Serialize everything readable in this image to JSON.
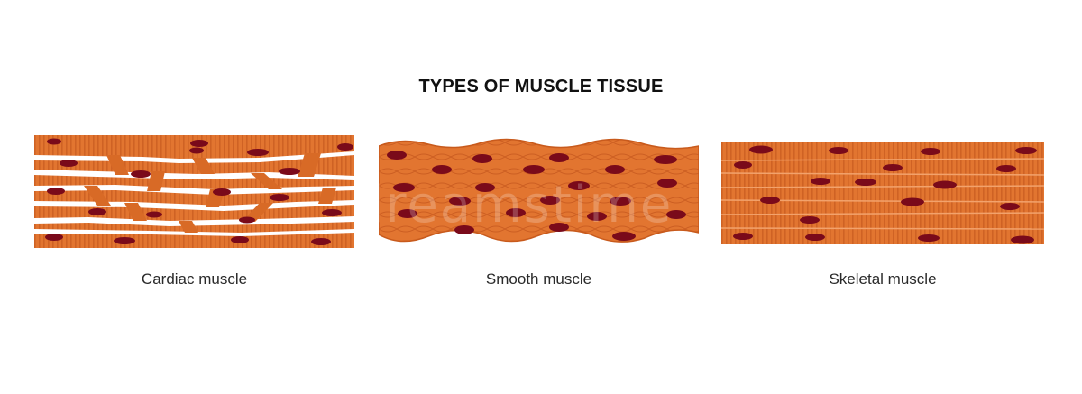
{
  "title": "TYPES OF MUSCLE TISSUE",
  "panels": [
    {
      "id": "cardiac",
      "caption": "Cardiac muscle",
      "icon": "cardiac-muscle-tissue"
    },
    {
      "id": "smooth",
      "caption": "Smooth muscle",
      "icon": "smooth-muscle-tissue"
    },
    {
      "id": "skeletal",
      "caption": "Skeletal muscle",
      "icon": "skeletal-muscle-tissue"
    }
  ],
  "watermark": "dreamstime",
  "colors": {
    "muscle": "#e27530",
    "muscle_dark": "#c85a1c",
    "striation": "#cf6224",
    "nucleus": "#7a0a1a",
    "background": "#ffffff"
  }
}
